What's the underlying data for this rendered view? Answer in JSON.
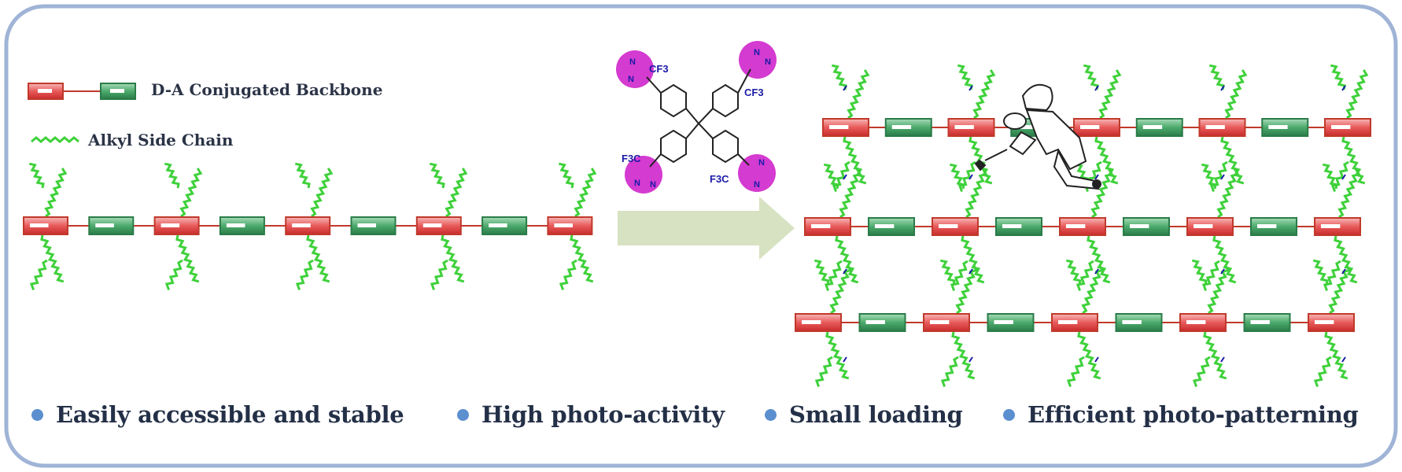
{
  "legend": {
    "backbone_label": "D-A Conjugated Backbone",
    "sidechain_label": "Alkyl Side Chain"
  },
  "molecule": {
    "group_label_top_left": "CF3",
    "group_label_top_right": "CF3",
    "group_label_bottom_left": "F3C",
    "group_label_bottom_right": "F3C",
    "diazirine_n": "N"
  },
  "features": [
    "Easily accessible and stable",
    "High photo-activity",
    "Small loading",
    "Efficient photo-patterning"
  ],
  "colors": {
    "frame": "#9fb4d6",
    "donor_unit": "#d83a3a",
    "acceptor_unit": "#2f8a55",
    "side_chain": "#3fd13b",
    "diazirine_highlight": "#d43bd0",
    "arrow": "#d7e2c2",
    "bullet": "#5b8fcf",
    "text": "#243047"
  }
}
